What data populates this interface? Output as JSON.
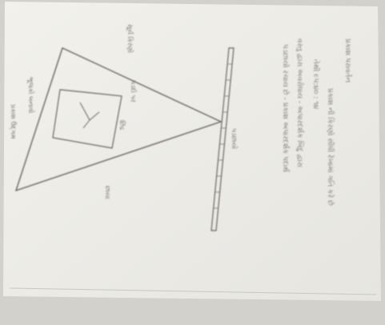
{
  "document": {
    "language_note": "Handwritten Gujarati text, blurred and rotated 90 degrees",
    "diagram_labels": {
      "top_vertex": "ભૂજકો બનાવો",
      "left_vertex": "પ્રકાશ ઉદ્ગમ",
      "box_label": "છિદ્ર",
      "center_label": "પડદો પર",
      "side_label_top": "સૂર્ય કિરણો",
      "side_label_bottom": "છાયા",
      "bottom_label": "પડછાયો"
    },
    "notes": [
      "પડછાયો રચાય છે - પ્રકાશ અપારદર્શક પદાર્થ",
      "વસ્તુ દ્વારા અવરોધાય - અપારદર્શક બિંદુ દ્વારા",
      "તેથી ૯૫:૪૦ : ૧૪",
      "પ્રકાશ ની કિરણો સીધી રેખામાં ગતિ કરે છે",
      "પ્રકાશ પરાવર્તન"
    ]
  }
}
